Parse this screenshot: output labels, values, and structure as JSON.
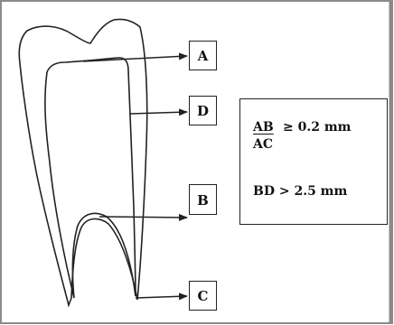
{
  "labels": {
    "a": "A",
    "b": "B",
    "c": "C",
    "d": "D"
  },
  "formula": {
    "numerator": "AB",
    "denominator": "AC",
    "comparison": "≥ 0.2 mm",
    "bd_condition": "BD > 2.5 mm"
  },
  "colors": {
    "line": "#222222",
    "frame": "#8a8a8a",
    "background": "#ffffff"
  }
}
